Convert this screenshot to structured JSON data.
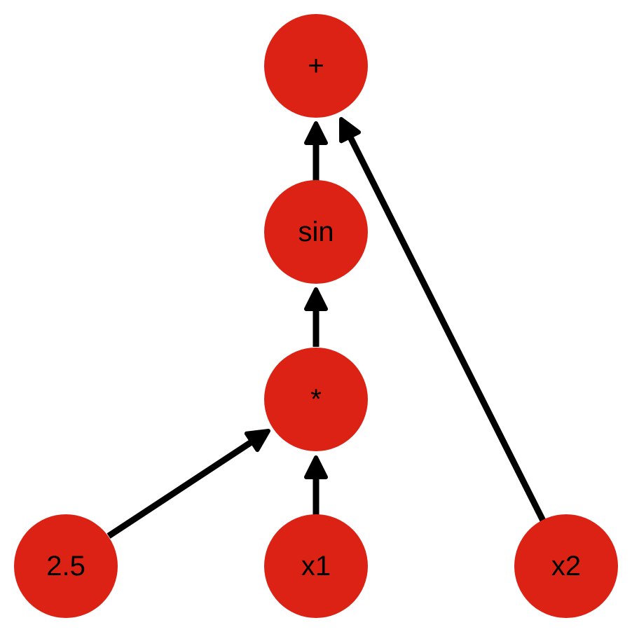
{
  "diagram": {
    "type": "expression-tree",
    "node_color": "#dc2215",
    "nodes": [
      {
        "id": "plus",
        "label": "+"
      },
      {
        "id": "sin",
        "label": "sin"
      },
      {
        "id": "mul",
        "label": "*"
      },
      {
        "id": "c25",
        "label": "2.5"
      },
      {
        "id": "x1",
        "label": "x1"
      },
      {
        "id": "x2",
        "label": "x2"
      }
    ],
    "edges": [
      {
        "from": "sin",
        "to": "plus"
      },
      {
        "from": "x2",
        "to": "plus"
      },
      {
        "from": "mul",
        "to": "sin"
      },
      {
        "from": "c25",
        "to": "mul"
      },
      {
        "from": "x1",
        "to": "mul"
      }
    ]
  }
}
